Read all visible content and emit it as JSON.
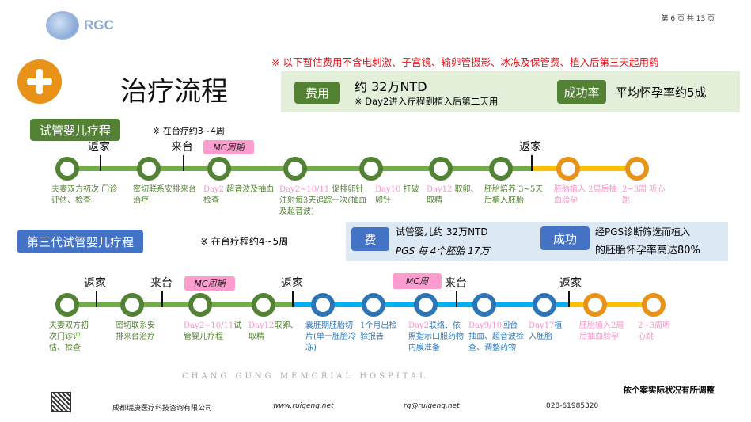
{
  "header": {
    "logo": "RGC",
    "page": "第 6 页 共 13 页"
  },
  "title": "治疗流程",
  "notice": "※  以下暂估费用不含电刺激、子宫镜、输卵管摄影、冰冻及保管费、植入后第三天起用药",
  "fee": {
    "label": "费用",
    "amount": "约 32万NTD",
    "note": "※ Day2进入疗程到植入后第二天用",
    "success_label": "成功率",
    "success": "平均怀孕率约5成"
  },
  "ivf": {
    "title": "试管婴儿疗程",
    "duration": "※  在台疗约3~4周",
    "mc": "MC周期",
    "markers": [
      "返家",
      "来台",
      "返家"
    ],
    "steps": [
      {
        "day": "",
        "text": "夫妻双方初次 门诊 评估、检查"
      },
      {
        "day": "",
        "text": "密切联系安排来台治疗"
      },
      {
        "day": "Day2",
        "text": " 超音波及抽血检查"
      },
      {
        "day": "Day2~10/11",
        "text": " 促排卵针注射每3天追踪一次(抽血及超音波)"
      },
      {
        "day": "Day10",
        "text": " 打破卵针"
      },
      {
        "day": "Day12",
        "text": " 取卵、取精"
      },
      {
        "day": "",
        "text": "胚胎培养 3~5天后植入胚胎"
      },
      {
        "day": "",
        "text": "胚胎植入 2周后抽血验孕"
      },
      {
        "day": "",
        "text": "2~3周 听心跳"
      }
    ]
  },
  "pgs": {
    "title": "第三代试管婴儿疗程",
    "duration": "※  在台疗程约4~5周",
    "mc1": "MC周期",
    "mc2": "MC周",
    "markers": [
      "返家",
      "来台",
      "返家",
      "来台",
      "返家"
    ],
    "fee_label": "费",
    "fee1": "试管婴儿约 32万NTD",
    "fee2": "PGS 每 4个胚胎 17万",
    "success_label": "成功",
    "success1": "经PGS诊断筛选而植入",
    "success2": "的胚胎怀孕率高达80%",
    "steps": [
      {
        "day": "",
        "text": "夫妻双方初次门诊评估、检查"
      },
      {
        "day": "",
        "text": "密切联系安排来台治疗"
      },
      {
        "day": "Day2~10/11",
        "text": "试管婴儿疗程"
      },
      {
        "day": "Day12",
        "text": "取卵、取精"
      },
      {
        "day": "",
        "text": "囊胚期胚胎切片(单一胚胎冷冻)"
      },
      {
        "day": "",
        "text": "1个月出检验报告"
      },
      {
        "day": "Day2",
        "text": "联络、依照指示口服药物内膜准备"
      },
      {
        "day": "Day9/10",
        "text": "回台抽血、超音波检查、调整药物"
      },
      {
        "day": "Day17",
        "text": "植入胚胎"
      },
      {
        "day": "",
        "text": "胚胎植入2周后抽血验孕"
      },
      {
        "day": "",
        "text": "2~3周听心跳"
      }
    ]
  },
  "note": "依个案实际状况有所调整",
  "footer": {
    "company": "成都瑞庚医疗科技咨询有限公司",
    "web": "www.ruigeng.net",
    "email": "rg@ruigeng.net",
    "phone": "028-61985320",
    "watermark": "CHANG GUNG MEMORIAL HOSPITAL"
  },
  "colors": {
    "green": "#548235",
    "green_line": "#70ad47",
    "blue": "#2e75b6",
    "blue_line": "#00b0f0",
    "orange": "#e8921a",
    "yellow_line": "#ffc000",
    "pink": "#ff9ccf",
    "day_pink": "#ff8fc8",
    "label_green": "#548235",
    "label_blue": "#2e75b6"
  }
}
